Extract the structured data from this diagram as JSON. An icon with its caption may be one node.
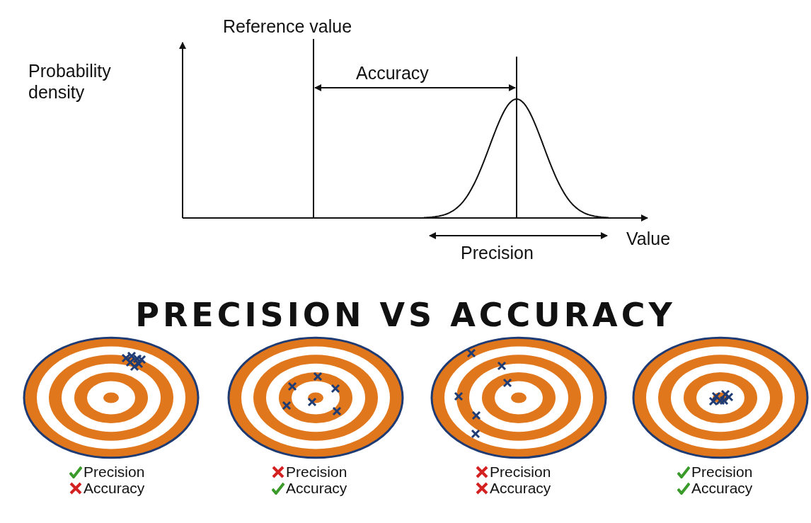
{
  "diagram": {
    "title": "PRECISION VS ACCURACY",
    "labels": [
      "Reference value",
      "Probability density",
      "Accuracy",
      "Value",
      "Precision",
      "Precision",
      "Precision",
      "Precision",
      "Precision",
      "Accuracy",
      "Accuracy",
      "Accuracy",
      "Accuracy"
    ]
  }
}
